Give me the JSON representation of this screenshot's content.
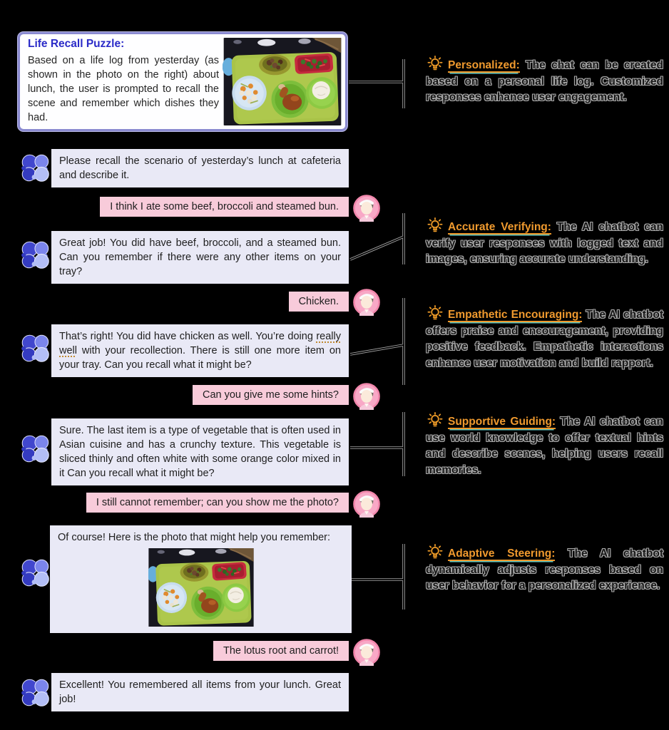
{
  "colors": {
    "background": "#000000",
    "ai_bubble": "#E9E9F6",
    "user_bubble": "#F8CBDA",
    "box_border": "#8A8AD0",
    "box_title_blue": "#2B2BC8",
    "annotation_orange": "#F09A2E",
    "annotation_outline_gray": "#ABABAB",
    "user_avatar_pink": "#F287AC",
    "ai_avatar_blue": "#4147CE"
  },
  "icons": {
    "ai_avatar": "puzzle-brain-icon",
    "user_avatar": "elderly-person-icon",
    "annotation_bulb": "lightbulb-icon",
    "lunch_photo": "lunch-tray-photo"
  },
  "top_box": {
    "title": "Life Recall Puzzle:",
    "body": "Based on a life log from yesterday (as shown in the photo on the right) about lunch, the user is prompted to recall the scene and remember which dishes they had."
  },
  "chat": {
    "messages": [
      {
        "role": "ai",
        "text": "Please recall the scenario of yesterday’s lunch at cafeteria and describe it."
      },
      {
        "role": "user",
        "text": "I think I ate some beef, broccoli and steamed bun."
      },
      {
        "role": "ai",
        "text": "Great job! You did have beef, broccoli, and a steamed bun. Can you remember if there were any other items on your tray?"
      },
      {
        "role": "user",
        "text": "Chicken."
      },
      {
        "role": "ai",
        "text_before": "That’s right! You did have chicken as well. You’re doing ",
        "text_marked": "really well",
        "text_after": " with your recollection. There is still one more item on your tray. Can you recall what it might be?"
      },
      {
        "role": "user",
        "text": "Can you give me some hints?"
      },
      {
        "role": "ai",
        "text": "Sure. The last item is a type of vegetable that is often used in Asian cuisine and has a crunchy texture. This vegetable is sliced thinly and often white with some orange color mixed in it Can you recall what it might be?"
      },
      {
        "role": "user",
        "text": "I still cannot remember; can you show me the photo?"
      },
      {
        "role": "ai",
        "text": "Of course! Here is the photo that might help you remember:"
      },
      {
        "role": "user",
        "text": "The lotus root and carrot!"
      },
      {
        "role": "ai",
        "text": "Excellent! You remembered all items from your lunch. Great job!"
      }
    ]
  },
  "annotations": [
    {
      "title": "Personalized:",
      "text": "The chat can be created based on a personal life log. Customized responses enhance user engagement."
    },
    {
      "title": "Accurate Verifying:",
      "text": "The AI chatbot can verify user responses with logged text and images, ensuring accurate understanding."
    },
    {
      "title": "Empathetic Encouraging:",
      "text": "The AI chatbot offers praise and encouragement, providing positive feedback. Empathetic interactions enhance user motivation and build rapport."
    },
    {
      "title": "Supportive Guiding:",
      "text": "The AI chatbot can use world knowledge to offer textual hints and describe scenes, helping users recall memories."
    },
    {
      "title": "Adaptive Steering:",
      "text": "The AI chatbot dynamically adjusts responses based on user behavior for a personalized experience."
    }
  ]
}
